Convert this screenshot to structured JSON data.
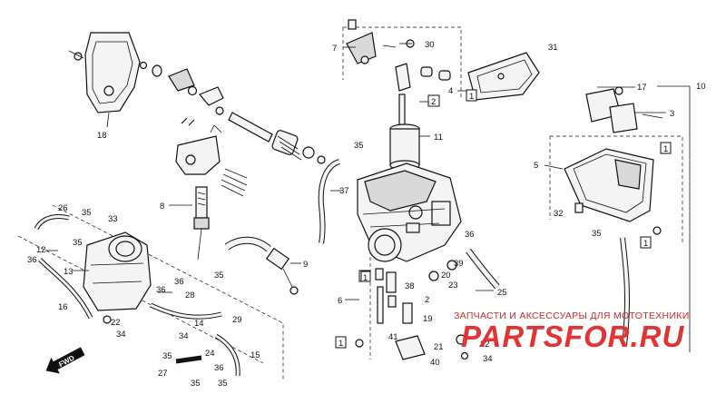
{
  "callouts": {
    "c1": "1",
    "c2": "2",
    "c3": "3",
    "c4": "4",
    "c5": "5",
    "c6": "6",
    "c7": "7",
    "c8": "8",
    "c9": "9",
    "c10": "10",
    "c11": "11",
    "c12": "12",
    "c13": "13",
    "c14": "14",
    "c15": "15",
    "c16": "16",
    "c17": "17",
    "c18": "18",
    "c19": "19",
    "c20": "20",
    "c21": "21",
    "c22": "22",
    "c23": "23",
    "c24": "24",
    "c25": "25",
    "c26": "26",
    "c27": "27",
    "c28": "28",
    "c29": "29",
    "c30": "30",
    "c31": "31",
    "c32": "32",
    "c33": "33",
    "c34": "34",
    "c35": "35",
    "c36": "36",
    "c37": "37",
    "c38": "38",
    "c39": "39",
    "c40": "40",
    "c41": "41"
  },
  "fwd_label": "FWD",
  "watermark": {
    "subtitle": "ЗАПЧАСТИ И АКСЕССУАРЫ ДЛЯ МОТОТЕХНИКИ",
    "brand": "PARTSFOR.RU"
  }
}
